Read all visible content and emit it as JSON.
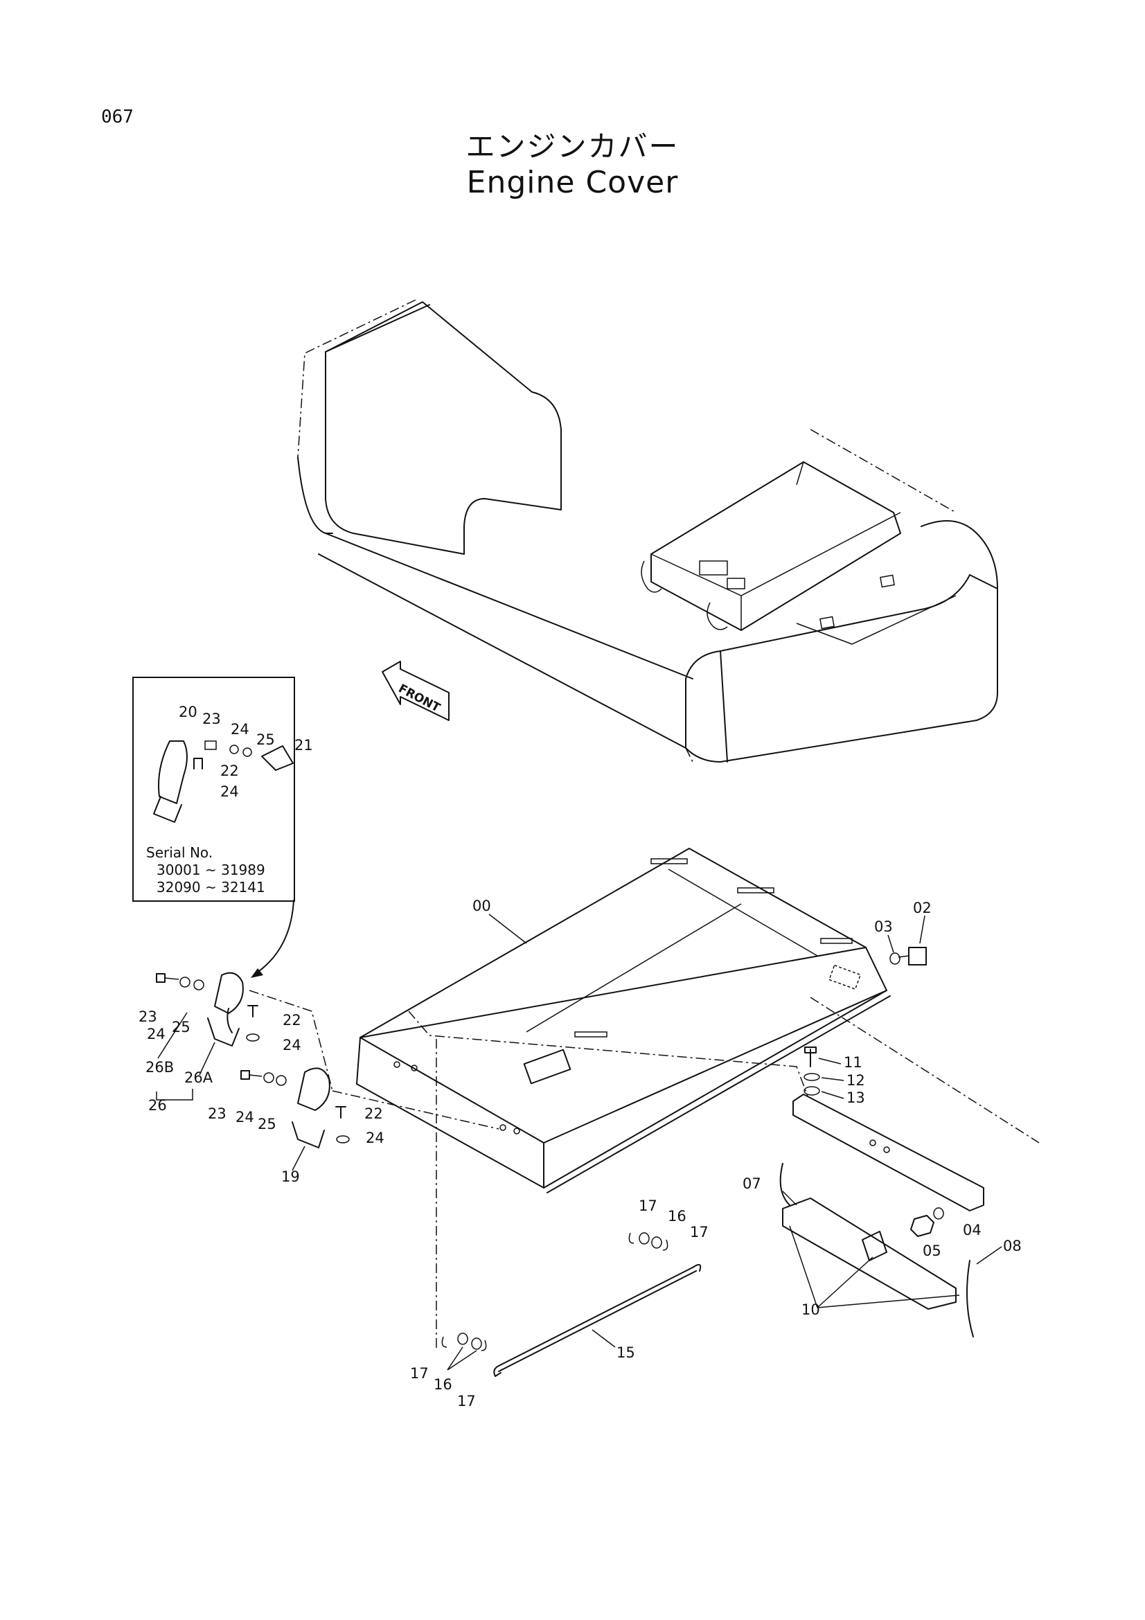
{
  "page_number": "067",
  "title_jp": "エンジンカバー",
  "title_en": "Engine Cover",
  "front_label": "FRONT",
  "inset": {
    "serial_label": "Serial No.",
    "serial_range_1": "30001 ~ 31989",
    "serial_range_2": "32090 ~ 32141",
    "callouts": [
      "20",
      "23",
      "24",
      "25",
      "21",
      "22",
      "24"
    ]
  },
  "callouts": {
    "c00": "00",
    "c02": "02",
    "c03": "03",
    "c04": "04",
    "c05": "05",
    "c07": "07",
    "c08": "08",
    "c10": "10",
    "c11": "11",
    "c12": "12",
    "c13": "13",
    "c15": "15",
    "c16a": "16",
    "c16b": "16",
    "c17a": "17",
    "c17b": "17",
    "c17c": "17",
    "c17d": "17",
    "c19": "19",
    "c22a": "22",
    "c22b": "22",
    "c23a": "23",
    "c23b": "23",
    "c24a": "24",
    "c24b": "24",
    "c24c": "24",
    "c24d": "24",
    "c25a": "25",
    "c25b": "25",
    "c26": "26",
    "c26a": "26A",
    "c26b": "26B"
  }
}
